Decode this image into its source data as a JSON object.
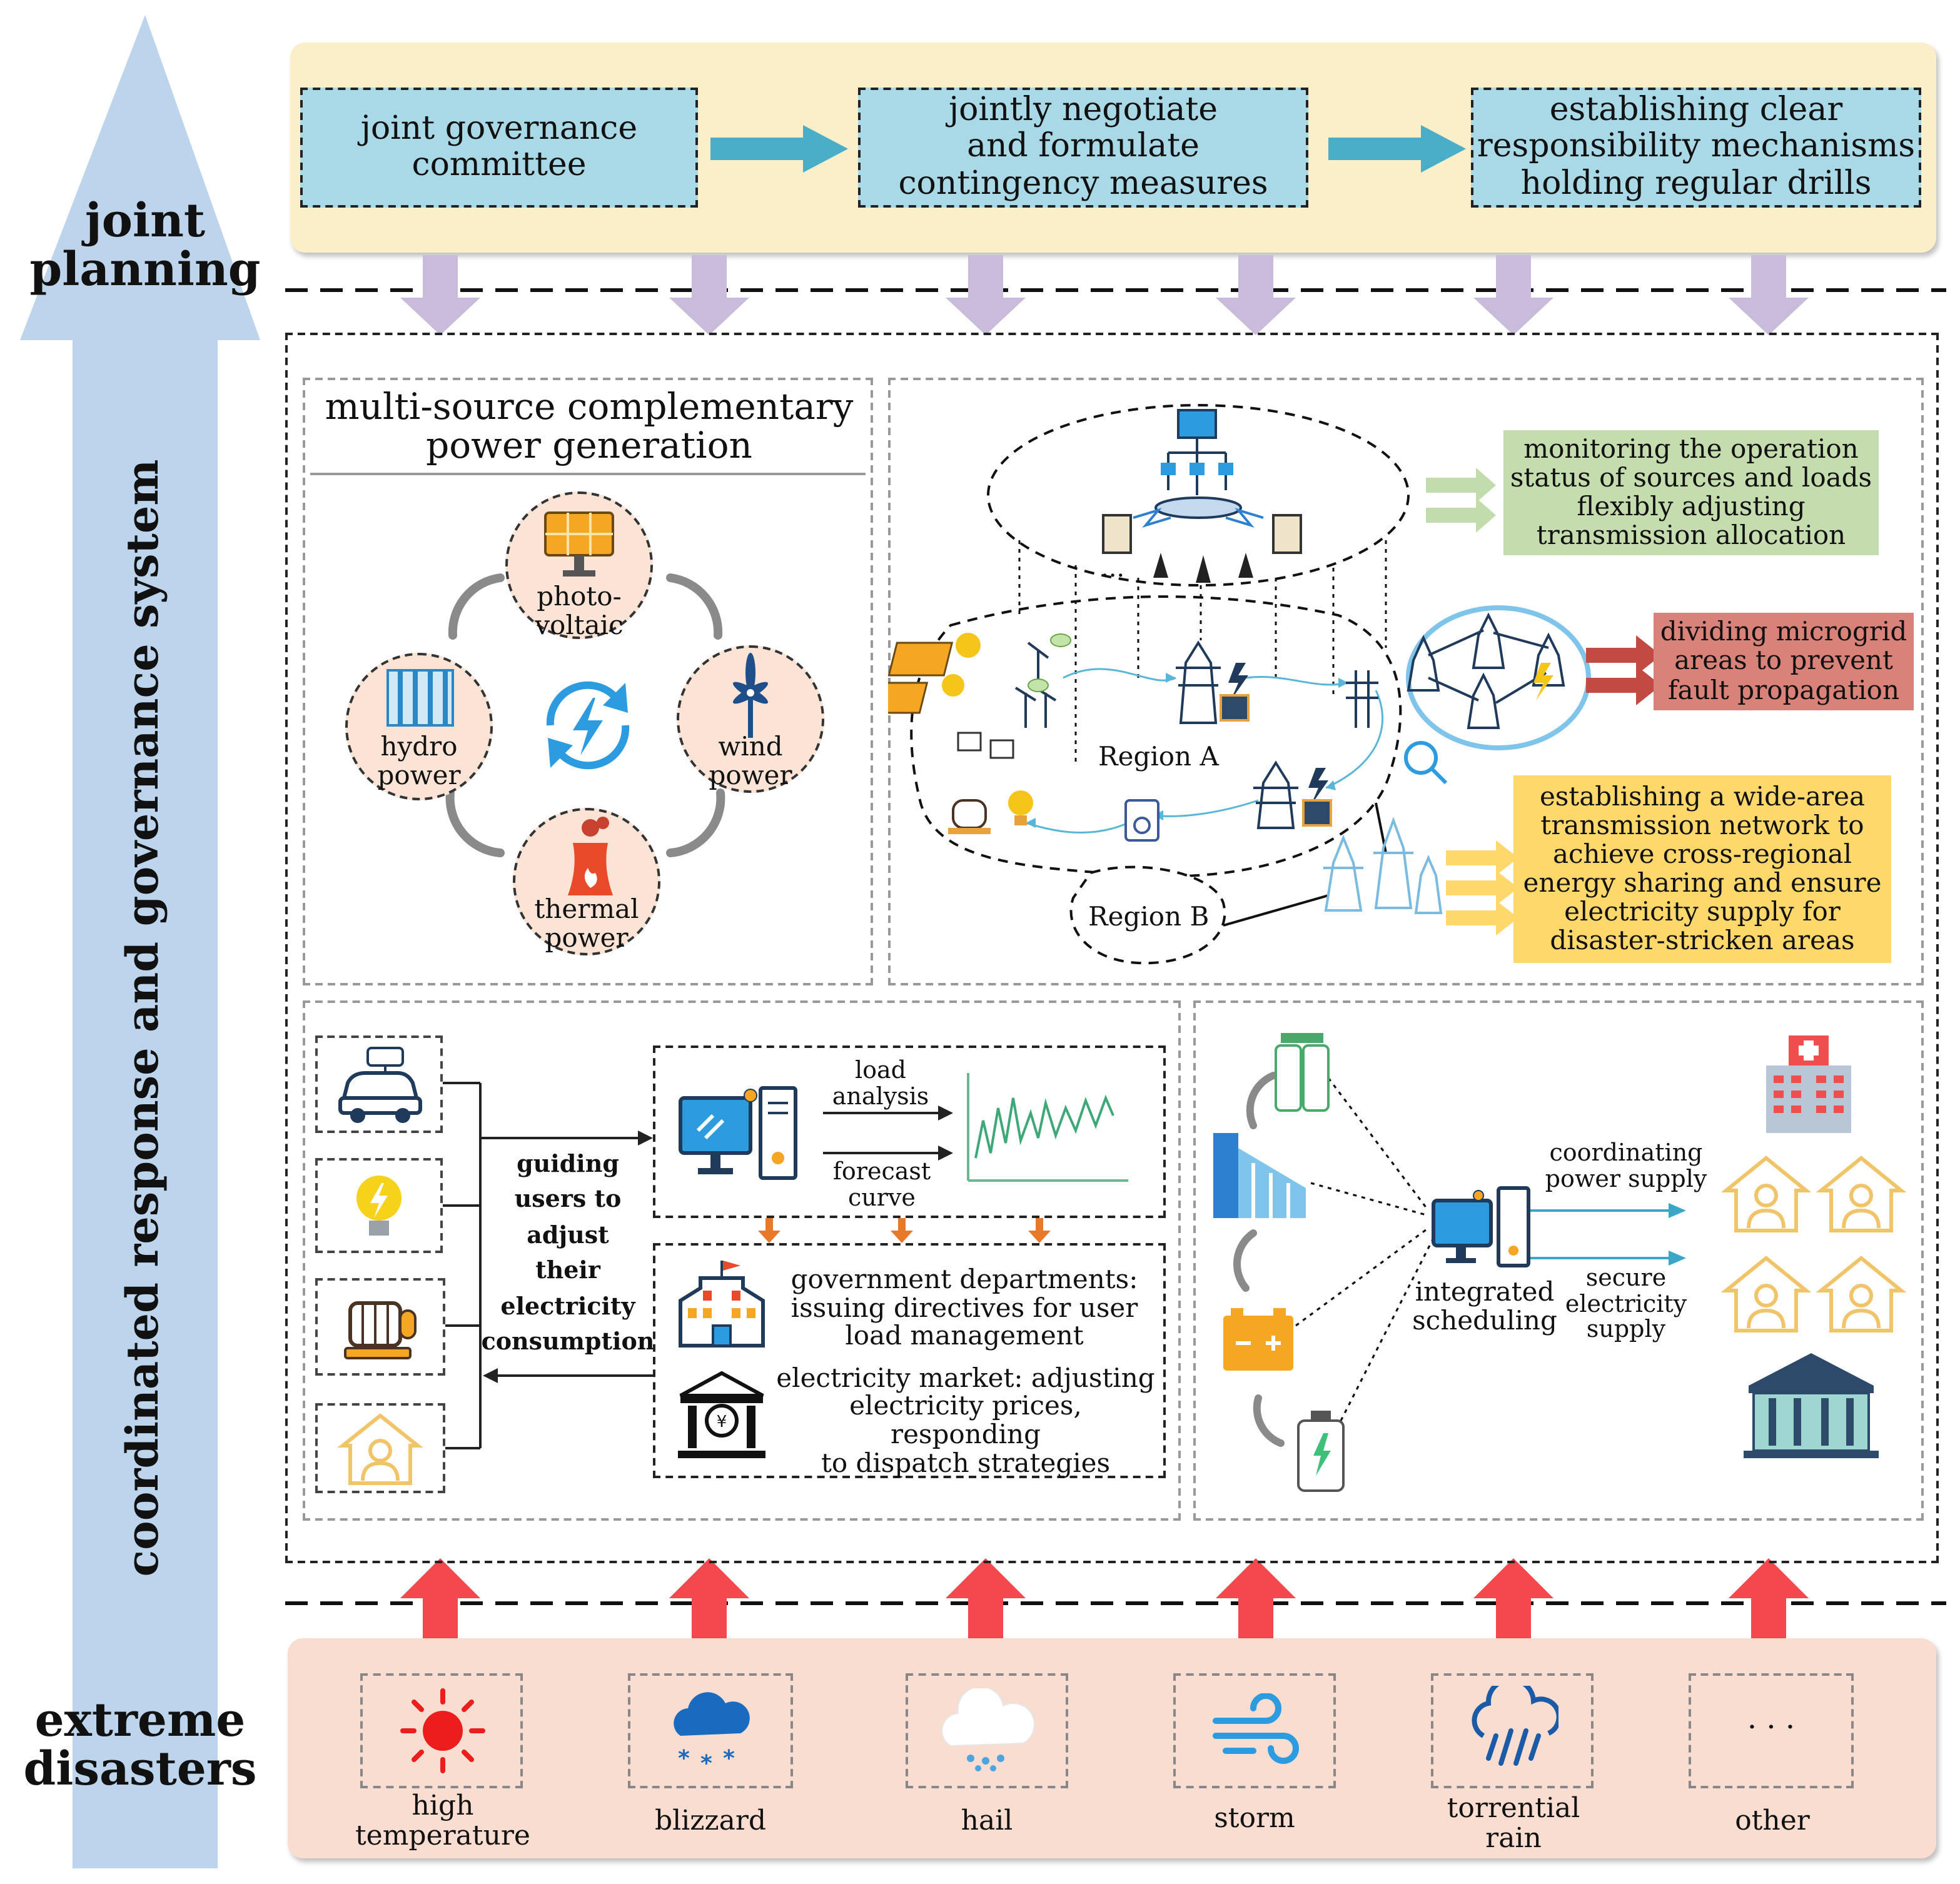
{
  "sidebar": {
    "joint_planning": [
      "joint",
      "planning"
    ],
    "coordinated": "coordinated response and governance system",
    "extreme": [
      "extreme",
      "disasters"
    ]
  },
  "planning": {
    "items": [
      [
        "joint governance",
        "committee"
      ],
      [
        "jointly negotiate",
        "and formulate",
        "contingency measures"
      ],
      [
        "establishing clear",
        "responsibility mechanisms",
        "holding regular drills"
      ]
    ]
  },
  "multisource": {
    "title": [
      "multi-source complementary",
      "power generation"
    ],
    "sources": {
      "pv": [
        "photo-",
        "voltaic"
      ],
      "wind": [
        "wind",
        "power"
      ],
      "hydro": [
        "hydro",
        "power"
      ],
      "thermal": [
        "thermal",
        "power"
      ]
    }
  },
  "grid": {
    "region_a": "Region A",
    "region_b": "Region B",
    "dots": "...",
    "monitor": [
      "monitoring the operation",
      "status of sources and loads",
      "flexibly adjusting",
      "transmission allocation"
    ],
    "microgrid": [
      "dividing microgrid",
      "areas to prevent",
      "fault propagation"
    ],
    "widearea": [
      "establishing a wide-area",
      "transmission network to",
      "achieve cross-regional",
      "energy sharing and ensure",
      "electricity supply for",
      "disaster-stricken areas"
    ]
  },
  "demand": {
    "guide": [
      "guiding",
      "users to",
      "adjust",
      "their",
      "electricity",
      "consumption"
    ],
    "load_analysis": [
      "load",
      "analysis"
    ],
    "forecast": [
      "forecast",
      "curve"
    ],
    "gov": [
      "government departments:",
      "issuing directives for user",
      "load management"
    ],
    "market": [
      "electricity market: adjusting",
      "electricity prices, responding",
      "to dispatch strategies"
    ]
  },
  "scheduling": {
    "integrated": [
      "integrated",
      "scheduling"
    ],
    "coordinating": [
      "coordinating",
      "power supply"
    ],
    "secure": [
      "secure",
      "electricity",
      "supply"
    ]
  },
  "disasters": {
    "items": [
      [
        "high",
        "temperature"
      ],
      [
        "blizzard"
      ],
      [
        "hail"
      ],
      [
        "storm"
      ],
      [
        "torrential",
        "rain"
      ],
      [
        "other"
      ]
    ],
    "other_dots": "· · ·"
  },
  "colors": {
    "planning_bg": "#fbefc9",
    "gov_box": "#a9d8e6",
    "side_arrow": "#bcd4ec",
    "disaster_bg": "#f8ddd0",
    "green_box": "#c5dcae",
    "red_box": "#d9827a",
    "yellow_box": "#ffd86c",
    "arrow_red": "#f2484e",
    "arrow_purple": "#c9bcdb"
  }
}
